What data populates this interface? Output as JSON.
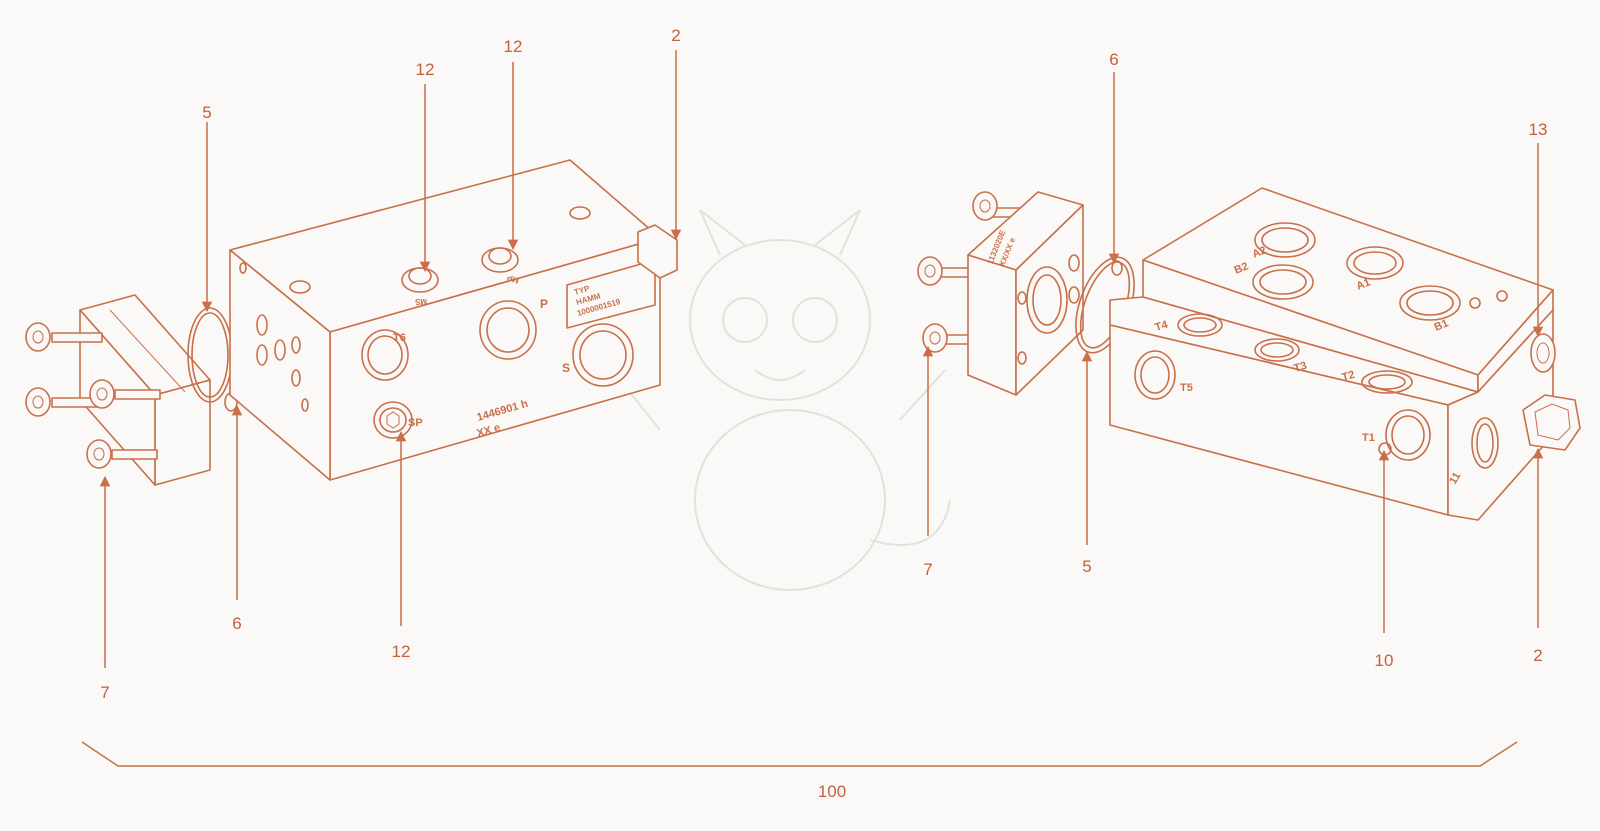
{
  "colors": {
    "line": "#c96f4a",
    "text": "#c2603b",
    "background": "#faf9f7",
    "watermark": "#e4e1dc"
  },
  "callouts": {
    "left_5": "5",
    "left_6": "6",
    "left_7": "7",
    "left_12a": "12",
    "left_12b": "12",
    "left_12c": "12",
    "left_2": "2",
    "right_6": "6",
    "right_7": "7",
    "right_5": "5",
    "right_13": "13",
    "right_10": "10",
    "right_2": "2",
    "assembly": "100"
  },
  "left_block": {
    "port_t6": "T6",
    "port_p": "P",
    "port_s": "S",
    "port_sp": "SP",
    "port_ms": "MS",
    "port_mp": "MP",
    "plate_line1": "TYP",
    "plate_line2": "HAMM",
    "plate_line3": "1000001519",
    "stamp_line1": "1446901 h",
    "stamp_line2": "XX e"
  },
  "right_plate": {
    "stamp_line1": "1132020E",
    "stamp_line2": "XX/XX e"
  },
  "right_block": {
    "port_a2": "A2",
    "port_b2": "B2",
    "port_a1": "A1",
    "port_b1": "B1",
    "port_t4": "T4",
    "port_t3": "T3",
    "port_t2": "T2",
    "port_t5": "T5",
    "port_t1": "T1",
    "port_11": "11"
  },
  "watermark": {
    "icon": "dragon-mascot-icon"
  }
}
